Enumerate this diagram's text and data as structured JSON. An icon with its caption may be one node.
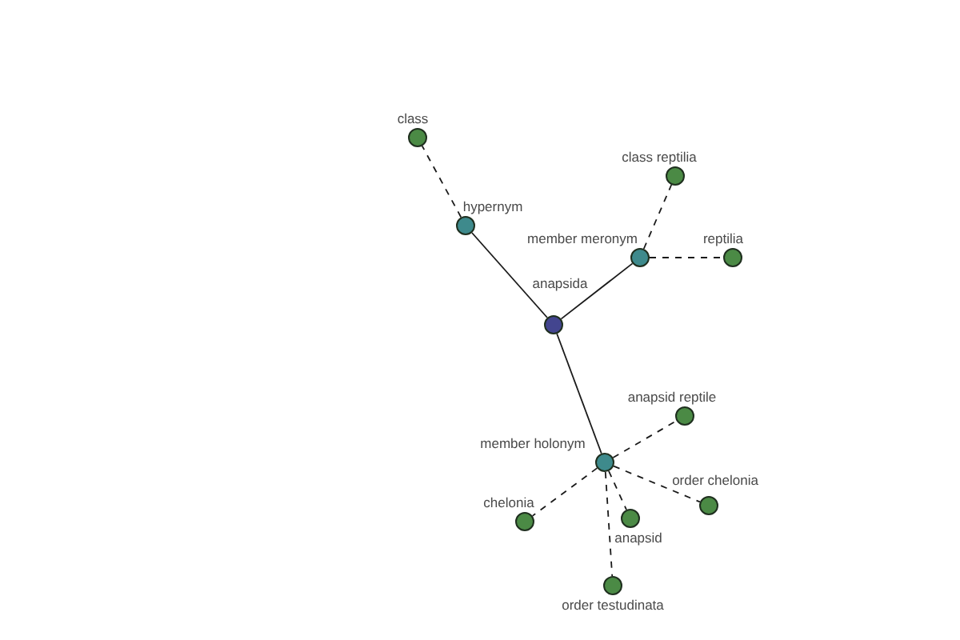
{
  "diagram": {
    "nodes": [
      {
        "text": [
          "class"
        ]
      },
      {
        "text": [
          "class reptilia"
        ]
      },
      {
        "text": [
          "hypernym"
        ]
      },
      {
        "text": [
          "member meronym"
        ]
      },
      {
        "text": [
          "reptilia"
        ]
      },
      {
        "text": [
          "anapsida"
        ]
      },
      {
        "text": [
          "anapsid reptile"
        ]
      },
      {
        "text": [
          "member holonym"
        ]
      },
      {
        "text": [
          "chelonia"
        ]
      },
      {
        "text": [
          "anapsid"
        ]
      },
      {
        "text": [
          "order chelonia"
        ]
      },
      {
        "text": [
          "order testudinata"
        ]
      }
    ],
    "edges": [
      {
        "from": 2,
        "to": 0,
        "arrow": "none",
        "style": "dashed"
      },
      {
        "from": 5,
        "to": 2,
        "arrow": "none"
      },
      {
        "from": 5,
        "to": 3,
        "arrow": "none"
      },
      {
        "from": 3,
        "to": 1,
        "arrow": "none",
        "style": "dashed"
      },
      {
        "from": 3,
        "to": 4,
        "arrow": "none",
        "style": "dashed"
      },
      {
        "from": 5,
        "to": 7,
        "arrow": "none"
      },
      {
        "from": 7,
        "to": 6,
        "arrow": "none",
        "style": "dashed"
      },
      {
        "from": 7,
        "to": 8,
        "arrow": "none",
        "style": "dashed"
      },
      {
        "from": 7,
        "to": 9,
        "arrow": "none",
        "style": "dashed"
      },
      {
        "from": 7,
        "to": 10,
        "arrow": "none",
        "style": "dashed"
      },
      {
        "from": 7,
        "to": 11,
        "arrow": "none",
        "style": "dashed"
      }
    ]
  }
}
